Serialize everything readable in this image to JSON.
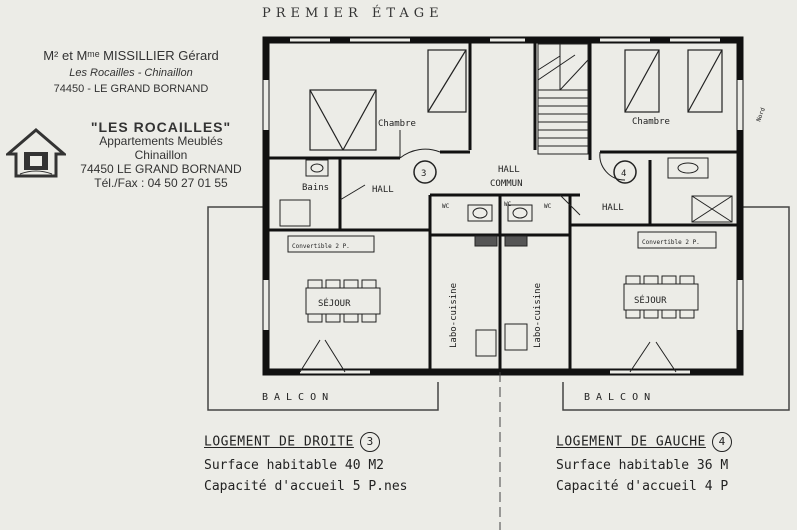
{
  "heading": "PREMIER ÉTAGE",
  "owner": {
    "name": "M² et Mᵐᵉ MISSILLIER Gérard",
    "place": "Les Rocailles - Chinaillon",
    "city": "74450 - LE GRAND BORNAND"
  },
  "company": {
    "name": "\"LES ROCAILLES\"",
    "line1": "Appartements Meublés",
    "line2": "Chinaillon",
    "line3": "74450 LE GRAND BORNAND",
    "phone": "Tél./Fax : 04 50 27 01 55"
  },
  "logo": {
    "icon": "gites-de-france-logo"
  },
  "plan": {
    "rooms": {
      "chambre_left": "Chambre",
      "chambre_right": "Chambre",
      "bains": "Bains",
      "hall_left": "HALL",
      "hall_center_1": "HALL",
      "hall_center_2": "COMMUN",
      "hall_right": "HALL",
      "sejour_left": "SÉJOUR",
      "sejour_right": "SÉJOUR",
      "labo_left": "Labo-cuisine",
      "labo_right": "Labo-cuisine",
      "wc_1": "WC",
      "wc_2": "WC",
      "wc_3": "WC",
      "convertible_left": "Convertible 2 P.",
      "convertible_right": "Convertible 2 P.",
      "balcon_left": "BALCON",
      "balcon_right": "BALCON",
      "north": "Nord"
    },
    "marker_left": "3",
    "marker_right": "4"
  },
  "apartments": [
    {
      "title": "LOGEMENT DE DROITE",
      "num": "3",
      "surface": "Surface habitable 40 M2",
      "capacity": "Capacité d'accueil 5 P.nes"
    },
    {
      "title": "LOGEMENT DE GAUCHE",
      "num": "4",
      "surface": "Surface habitable 36 M",
      "capacity": "Capacité d'accueil 4 P"
    }
  ]
}
